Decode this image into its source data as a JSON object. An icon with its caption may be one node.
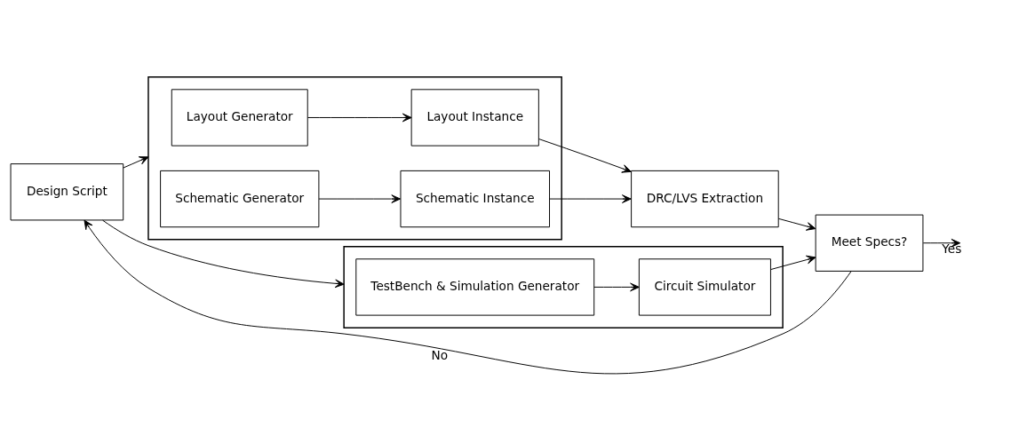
{
  "diagram": {
    "nodes": [
      {
        "text": [
          "Design Script"
        ]
      },
      {
        "text": [],
        "shape": "box"
      },
      {
        "text": [
          "Layout Generator"
        ],
        "in": 1
      },
      {
        "text": [
          "Layout Instance"
        ],
        "in": 1
      },
      {
        "text": [
          "Schematic Generator"
        ],
        "in": 1
      },
      {
        "text": [
          "Schematic Instance"
        ],
        "in": 1
      },
      {
        "text": [
          "DRC/LVS Extraction"
        ]
      },
      {
        "text": [],
        "shape": "box"
      },
      {
        "text": [
          "TestBench & Simulation Generator"
        ],
        "in": 7
      },
      {
        "text": [
          "Circuit Simulator"
        ],
        "in": 7
      },
      {
        "text": [
          "Meet Specs?"
        ]
      }
    ],
    "edges": [
      {
        "from": 0,
        "to": 1,
        "arrow": "to"
      },
      {
        "from": 0,
        "to": 7,
        "arrow": "to"
      },
      {
        "from": 2,
        "to": 3,
        "arrow": "to"
      },
      {
        "from": 4,
        "to": 5,
        "arrow": "to"
      },
      {
        "from": 3,
        "to": 6,
        "arrow": "to"
      },
      {
        "from": 5,
        "to": 6,
        "arrow": "to"
      },
      {
        "from": 6,
        "to": 10,
        "arrow": "to"
      },
      {
        "from": 8,
        "to": 9,
        "arrow": "to"
      },
      {
        "from": 9,
        "to": 10,
        "arrow": "to"
      },
      {
        "from": 10,
        "to": null,
        "arrow": "to",
        "label": "Yes"
      },
      {
        "from": 10,
        "to": 0,
        "arrow": "to",
        "label": "No"
      }
    ]
  }
}
